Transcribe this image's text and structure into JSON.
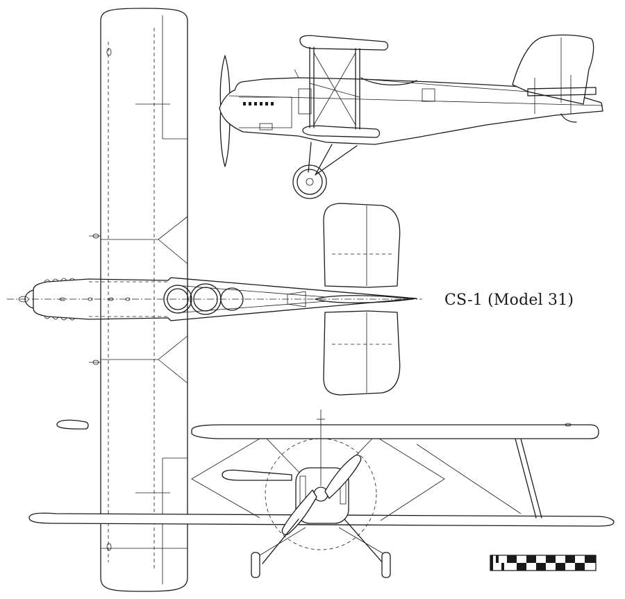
{
  "drawing": {
    "caption": "CS-1 (Model 31)",
    "ink_color": "#1a1a1a",
    "paper_color": "#ffffff",
    "views": [
      "side-view",
      "plan-view",
      "front-view"
    ],
    "scale_bar": {
      "checker_cells": 10
    }
  }
}
